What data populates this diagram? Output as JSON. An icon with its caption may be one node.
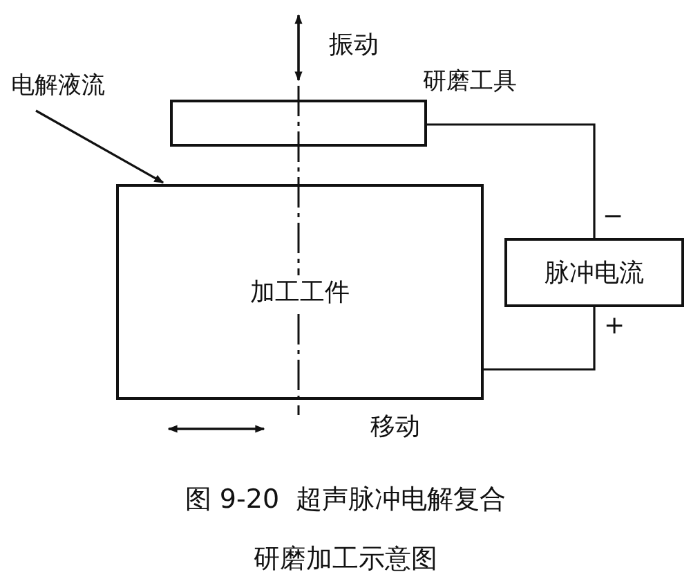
{
  "diagram": {
    "caption": "图 9-20  超声脉冲电解复合研磨加工示意图",
    "nodes": [
      {
        "text": [],
        "shape": "box",
        "beside": [
          "研磨工具"
        ]
      },
      {
        "text": [
          "加工工件"
        ]
      },
      {
        "text": [
          "脉冲电流"
        ]
      },
      {
        "text": [
          "电解液流"
        ]
      }
    ],
    "edges": [
      {
        "from": 0,
        "to": 2,
        "arrow": "none"
      },
      {
        "from": 2,
        "to": 1,
        "arrow": "none"
      },
      {
        "from": 3,
        "to": 1,
        "arrow": "to"
      }
    ],
    "labels": [
      "振动",
      "−",
      "+",
      "移动"
    ]
  }
}
